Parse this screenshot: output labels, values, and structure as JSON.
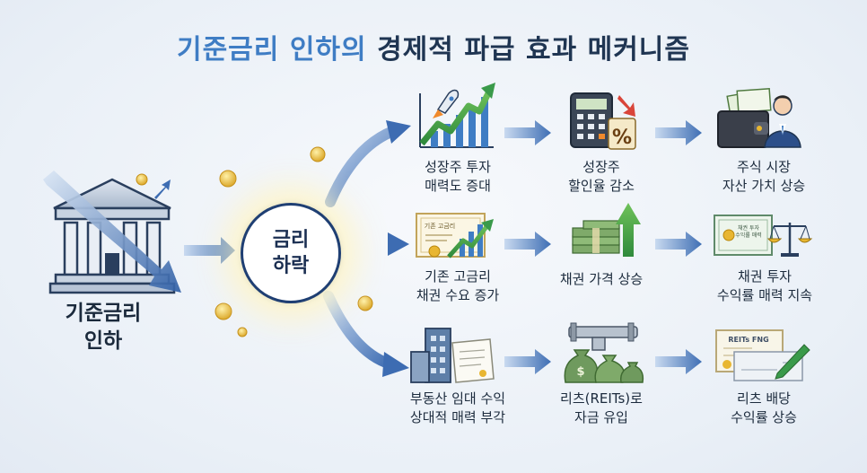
{
  "title": {
    "highlight": "기준금리 인하의",
    "rest": "경제적 파급 효과 메커니즘"
  },
  "source": {
    "line1": "기준금리",
    "line2": "인하"
  },
  "center": {
    "line1": "금리",
    "line2": "하락"
  },
  "rows": [
    {
      "effect": {
        "line1": "성장주 투자",
        "line2": "매력도 증대"
      },
      "result": {
        "line1": "성장주",
        "line2": "할인율 감소"
      },
      "outcome": {
        "line1": "주식 시장",
        "line2": "자산 가치 상승"
      }
    },
    {
      "effect": {
        "line1": "기존 고금리",
        "line2": "채권 수요 증가"
      },
      "result": {
        "line1": "채권 가격 상승"
      },
      "outcome": {
        "line1": "채권 투자",
        "line2": "수익률 매력 지속"
      }
    },
    {
      "effect": {
        "line1": "부동산 임대 수익",
        "line2": "상대적 매력 부각"
      },
      "result": {
        "line1": "리츠(REITs)로",
        "line2": "자금 유입"
      },
      "outcome": {
        "line1": "리츠 배당",
        "line2": "수익률 상승"
      }
    }
  ],
  "icon_text": {
    "percent": "%",
    "dollar": "$",
    "certificate": "기존 고금리",
    "bond_certificate_line1": "채권 투자",
    "bond_certificate_line2": "수익률 매력",
    "reits_doc": "REITs FNG"
  },
  "colors": {
    "title_highlight": "#3f7dc4",
    "title_dark": "#1f3552",
    "arrow": "#3f6fb4",
    "green": "#3a9a4a",
    "navy": "#1f3f73",
    "gold": "#e8b631"
  }
}
